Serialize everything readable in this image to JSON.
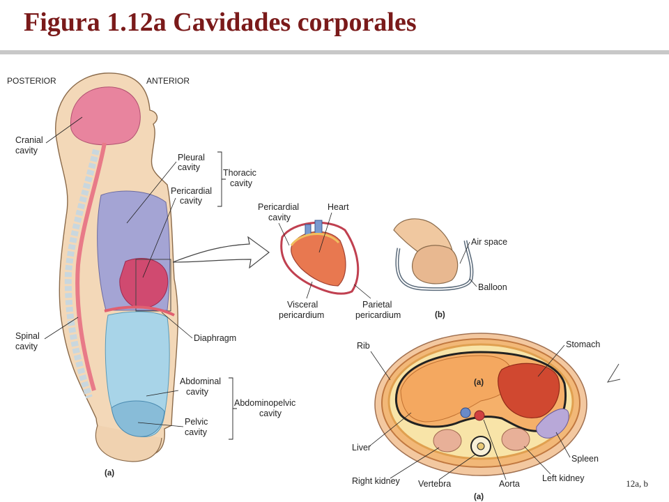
{
  "slide": {
    "title": "Figura 1.12a  Cavidades corporales",
    "corner_label": "12a, b"
  },
  "panel_a": {
    "posterior": "POSTERIOR",
    "anterior": "ANTERIOR",
    "cranial": [
      "Cranial",
      "cavity"
    ],
    "spinal": [
      "Spinal",
      "cavity"
    ],
    "pleural": [
      "Pleural",
      "cavity"
    ],
    "pericardial": [
      "Pericardial",
      "cavity"
    ],
    "thoracic": [
      "Thoracic",
      "cavity"
    ],
    "diaphragm": "Diaphragm",
    "abdominal": [
      "Abdominal",
      "cavity"
    ],
    "pelvic": [
      "Pelvic",
      "cavity"
    ],
    "abdominopelvic": [
      "Abdominopelvic",
      "cavity"
    ],
    "tag": "(a)"
  },
  "heart_detail": {
    "pericardial": [
      "Pericardial",
      "cavity"
    ],
    "heart": "Heart",
    "visceral": [
      "Visceral",
      "pericardium"
    ],
    "parietal": [
      "Parietal",
      "pericardium"
    ]
  },
  "panel_b": {
    "air_space": "Air space",
    "balloon": "Balloon",
    "tag": "(b)"
  },
  "cross_section": {
    "rib": "Rib",
    "stomach": "Stomach",
    "liver": "Liver",
    "spleen": "Spleen",
    "right_kidney": "Right kidney",
    "vertebra": "Vertebra",
    "aorta": "Aorta",
    "left_kidney": "Left kidney",
    "tag_inner": "(a)",
    "tag_bottom": "(a)"
  }
}
